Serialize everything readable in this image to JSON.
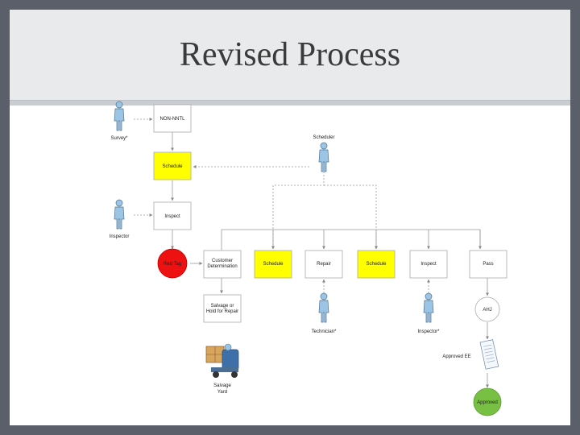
{
  "slide": {
    "title": "Revised Process"
  },
  "actors": {
    "survey": "Survey*",
    "scheduler": "Scheduler",
    "inspector": "Inspector",
    "technician": "Technician*",
    "inspector2": "Inspector*"
  },
  "boxes": {
    "non_ntl": "NON-NNTL",
    "schedule1": "Schedule",
    "inspect1": "Inspect",
    "red_tag": "Red Tag",
    "customer_det": [
      "Customer",
      "Determination"
    ],
    "schedule2": "Schedule",
    "repair": "Repair",
    "schedule3": "Schedule",
    "inspect2": "Inspect",
    "pass": "Pass",
    "salvage_hold": [
      "Salvage or",
      "Hold for Repair"
    ],
    "ahj": "AHJ",
    "approved_ee": "Approved EE",
    "approved": "Approved",
    "salvage_yard": [
      "Salvage",
      "Yard"
    ]
  },
  "colors": {
    "yellow": "#ffff00",
    "red": "#ee1111",
    "green": "#77c043",
    "actor": "#9cc4e4"
  }
}
